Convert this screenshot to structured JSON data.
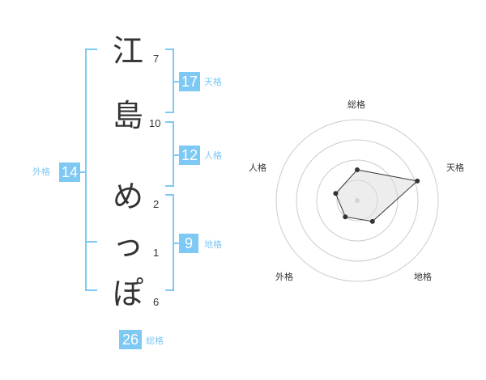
{
  "name": {
    "characters": [
      {
        "char": "江",
        "strokes": "7"
      },
      {
        "char": "島",
        "strokes": "10"
      },
      {
        "char": "め",
        "strokes": "2"
      },
      {
        "char": "っ",
        "strokes": "1"
      },
      {
        "char": "ぽ",
        "strokes": "6"
      }
    ]
  },
  "kakusu": {
    "tenkaku": {
      "value": "17",
      "label": "天格"
    },
    "jinkaku": {
      "value": "12",
      "label": "人格"
    },
    "chikaku": {
      "value": "9",
      "label": "地格"
    },
    "gaikaku": {
      "value": "14",
      "label": "外格"
    },
    "soukaku": {
      "value": "26",
      "label": "総格"
    }
  },
  "colors": {
    "accent": "#7ec8f4",
    "text": "#333333",
    "grid": "#cccccc",
    "fill": "#eeeeee"
  },
  "chart_data": {
    "type": "radar",
    "axes": [
      "総格",
      "天格",
      "地格",
      "外格",
      "人格"
    ],
    "values": [
      0.38,
      0.78,
      0.32,
      0.25,
      0.28
    ],
    "rings": 4
  }
}
